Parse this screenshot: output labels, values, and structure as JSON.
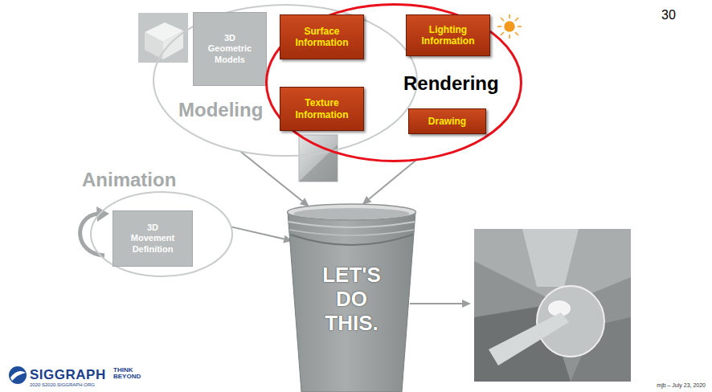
{
  "diagram": {
    "nodes": [
      {
        "text": [
          "Modeling"
        ]
      },
      {
        "text": [
          "3D Geometric Models"
        ],
        "in": 0
      },
      {
        "text": [
          "Rendering"
        ]
      },
      {
        "text": [
          "Surface Information"
        ],
        "in": 2
      },
      {
        "text": [
          "Lighting Information"
        ],
        "in": 2
      },
      {
        "text": [
          "Texture Information"
        ],
        "in": 2
      },
      {
        "text": [
          "Drawing"
        ],
        "in": 2
      },
      {
        "text": [
          "Animation"
        ]
      },
      {
        "text": [
          "3D Movement Definition"
        ],
        "in": 7
      },
      {
        "text": [
          "LET'S DO THIS."
        ]
      }
    ],
    "edges": [
      {
        "from": 0,
        "to": 9,
        "arrow": "to"
      },
      {
        "from": 2,
        "to": 9,
        "arrow": "to"
      },
      {
        "from": 7,
        "to": 9,
        "arrow": "to"
      }
    ],
    "labels": [
      "30",
      "mjb – July 23, 2020",
      "SIGGRAPH",
      "THINK BEYOND",
      "2020 S2020.SIGGRAPH.ORG"
    ]
  }
}
